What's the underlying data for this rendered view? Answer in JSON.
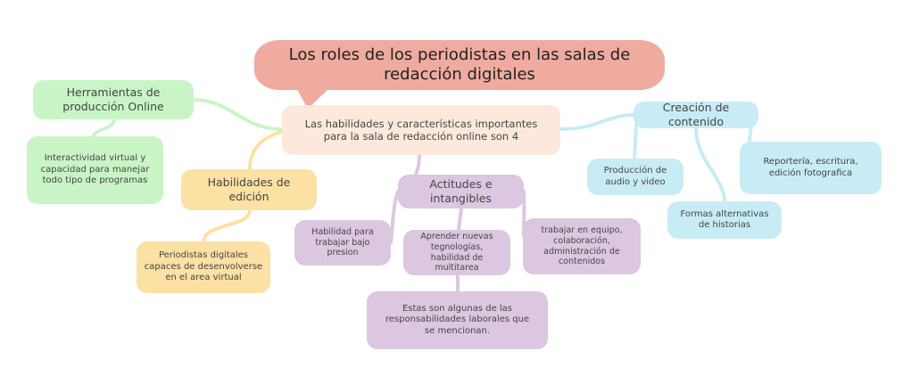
{
  "title": "Los roles de los periodistas en las salas de redacción digitales",
  "central": "Las habilidades y características importantes para la sala de redacción online son 4",
  "branches": {
    "herramientas": {
      "label": "Herramientas de producción Online",
      "children": [
        "Interactividad virtual y capacidad para manejar todo tipo de programas"
      ]
    },
    "edicion": {
      "label": "Habilidades de edición",
      "children": [
        "Periodistas digitales capaces de desenvolverse en el area virtual"
      ]
    },
    "actitudes": {
      "label": "Actitudes e intangibles",
      "children": [
        "Habilidad para trabajar bajo presion",
        "Aprender nuevas tegnologías, habilidad de multitarea",
        "trabajar en equipo, colaboración, administración de contenidos",
        "Estas son algunas de las responsabilidades laborales que se mencionan."
      ]
    },
    "creacion": {
      "label": "Creación de contenido",
      "children": [
        "Producción de audio y video",
        "Formas alternativas de historias",
        "Reportería, escritura, edición fotografica"
      ]
    }
  },
  "colors": {
    "title": "#f0aba0",
    "central": "#fde9dc",
    "green": "#c9f5c6",
    "yellow": "#fbe1a3",
    "purple": "#dcc7e0",
    "blue": "#c7ecf5"
  }
}
